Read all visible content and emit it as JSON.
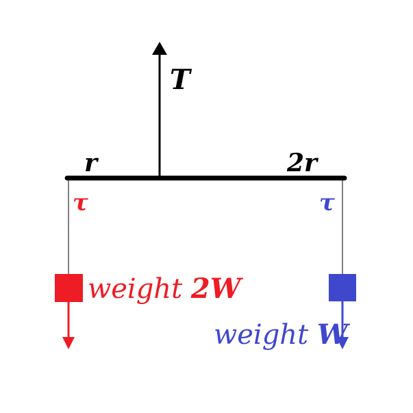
{
  "labels": {
    "tension": "T",
    "left_arm": "r",
    "right_arm": "2r",
    "tau_left": "τ",
    "tau_right": "τ",
    "left_weight_prefix": "weight ",
    "left_weight_value": "2W",
    "right_weight_prefix": "weight ",
    "right_weight_value": "W"
  },
  "colors": {
    "black": "#000000",
    "red": "#ee1c24",
    "blue": "#3f48cc"
  }
}
